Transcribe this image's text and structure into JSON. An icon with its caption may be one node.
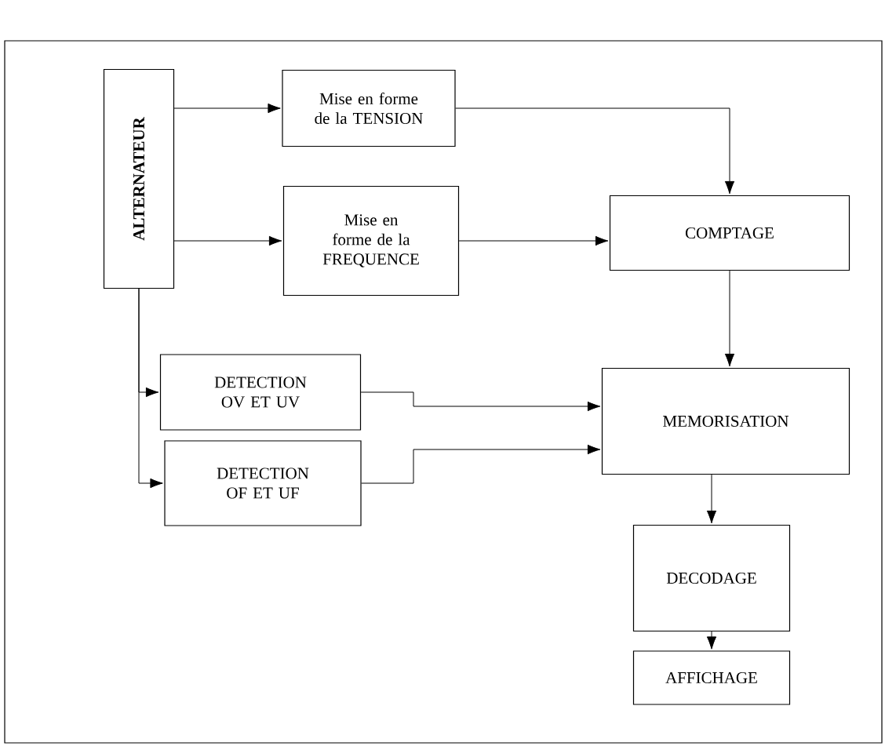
{
  "diagram": {
    "nodes": [
      {
        "text": [
          "ALTERNATEUR"
        ]
      },
      {
        "text": [
          "Mise en forme de la TENSION"
        ]
      },
      {
        "text": [
          "Mise en forme de la FREQUENCE"
        ]
      },
      {
        "text": [
          "COMPTAGE"
        ]
      },
      {
        "text": [
          "DETECTION OV ET UV"
        ]
      },
      {
        "text": [
          "DETECTION OF ET UF"
        ]
      },
      {
        "text": [
          "MEMORISATION"
        ]
      },
      {
        "text": [
          "DECODAGE"
        ]
      },
      {
        "text": [
          "AFFICHAGE"
        ]
      }
    ],
    "edges": [
      {
        "from": 0,
        "to": 1,
        "arrow": "to"
      },
      {
        "from": 0,
        "to": 2,
        "arrow": "to"
      },
      {
        "from": 0,
        "to": 4,
        "arrow": "to"
      },
      {
        "from": 0,
        "to": 5,
        "arrow": "to"
      },
      {
        "from": 1,
        "to": 3,
        "arrow": "to"
      },
      {
        "from": 2,
        "to": 3,
        "arrow": "to"
      },
      {
        "from": 3,
        "to": 6,
        "arrow": "to"
      },
      {
        "from": 4,
        "to": 6,
        "arrow": "to"
      },
      {
        "from": 5,
        "to": 6,
        "arrow": "to"
      },
      {
        "from": 6,
        "to": 7,
        "arrow": "to"
      },
      {
        "from": 7,
        "to": 8,
        "arrow": "to"
      }
    ]
  }
}
